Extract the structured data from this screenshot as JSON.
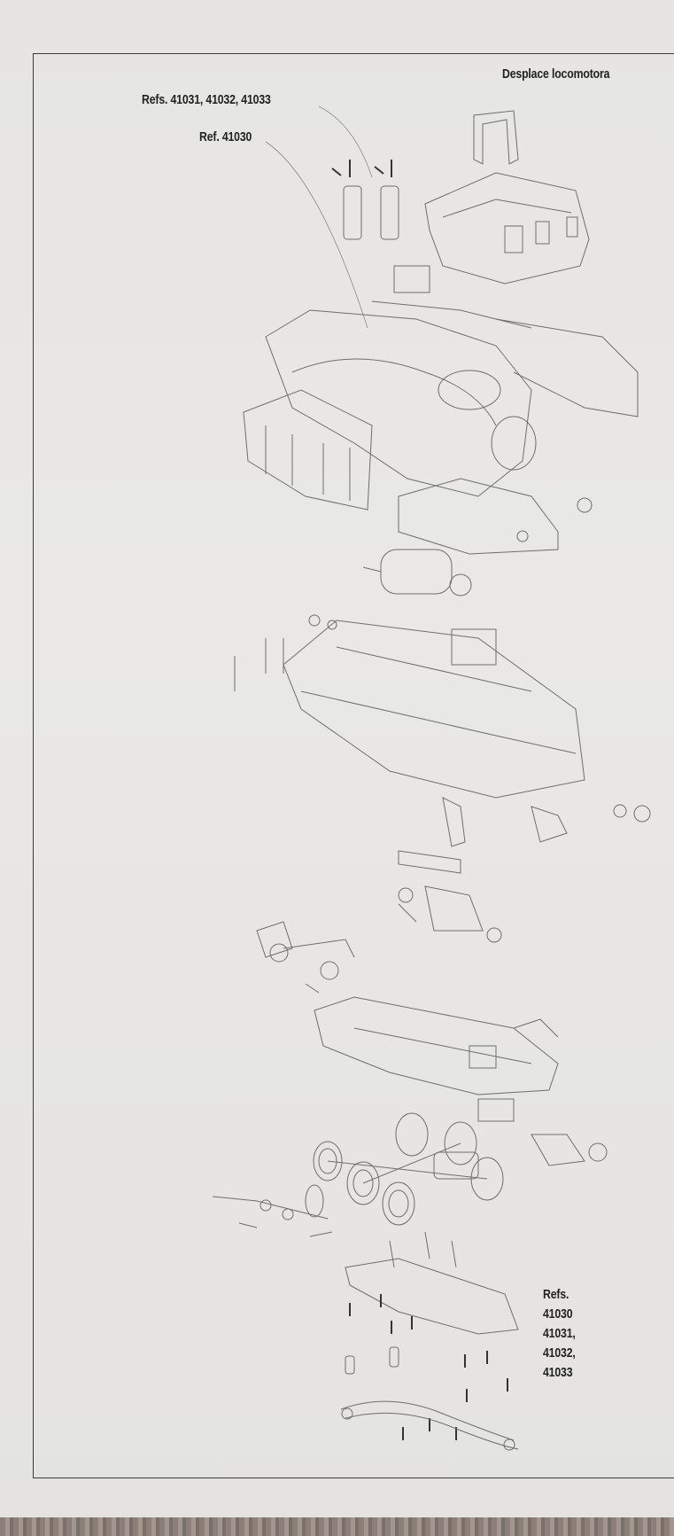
{
  "header": {
    "title": "Desplace locomotora"
  },
  "labels": {
    "refs_top": "Refs. 41031, 41032, 41033",
    "ref_single": "Ref. 41030",
    "refs_bottom_title": "Refs.",
    "refs_bottom_items": [
      "41030",
      "41031,",
      "41032,",
      "41033"
    ]
  }
}
